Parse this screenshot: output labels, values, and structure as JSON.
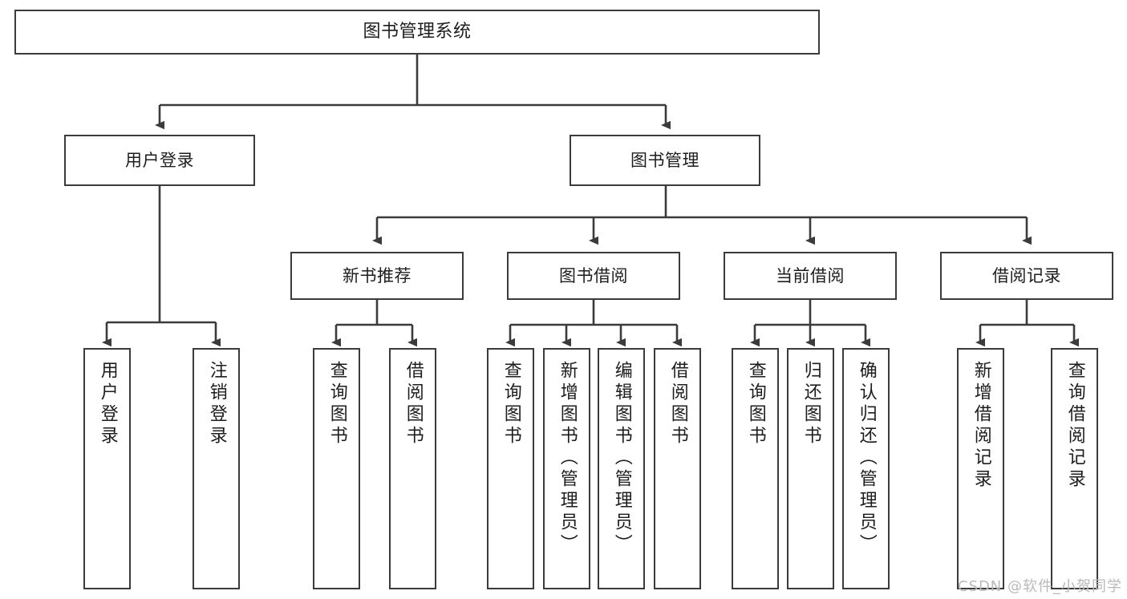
{
  "diagram": {
    "title": "图书管理系统",
    "watermark": "CSDN @软件_小贺同学",
    "colors": {
      "stroke": "#3b3b3b",
      "fill": "#ffffff",
      "text": "#1d1d1d",
      "watermark": "#b9b9b9"
    },
    "root": {
      "label": "图书管理系统"
    },
    "level2": [
      {
        "label": "用户登录"
      },
      {
        "label": "图书管理"
      }
    ],
    "level3": [
      {
        "label": "新书推荐"
      },
      {
        "label": "图书借阅"
      },
      {
        "label": "当前借阅"
      },
      {
        "label": "借阅记录"
      }
    ],
    "leaves": {
      "user_login": [
        {
          "label": "用户登录"
        },
        {
          "label": "注销登录"
        }
      ],
      "new_book": [
        {
          "label": "查询图书"
        },
        {
          "label": "借阅图书"
        }
      ],
      "book_borrow": [
        {
          "label": "查询图书"
        },
        {
          "label": "新增图书（管理员）"
        },
        {
          "label": "编辑图书（管理员）"
        },
        {
          "label": "借阅图书"
        }
      ],
      "current_borrow": [
        {
          "label": "查询图书"
        },
        {
          "label": "归还图书"
        },
        {
          "label": "确认归还（管理员）"
        }
      ],
      "borrow_record": [
        {
          "label": "新增借阅记录"
        },
        {
          "label": "查询借阅记录"
        }
      ]
    }
  }
}
